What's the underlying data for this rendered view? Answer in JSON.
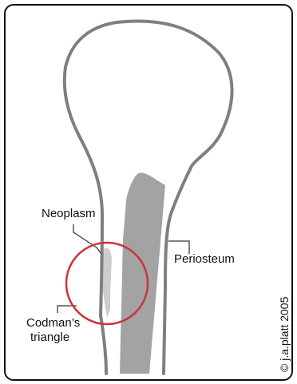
{
  "labels": {
    "neoplasm": "Neoplasm",
    "periosteum": "Periosteum",
    "codman_line1": "Codman’s",
    "codman_line2": "triangle",
    "copyright": "© j.a.platt 2005"
  },
  "colors": {
    "bone_outline": "#7f7f7f",
    "medullary_cavity": "#a3a3a3",
    "neoplasm_fill": "#cdcdcd",
    "highlight_circle": "#c9353c",
    "frame": "#111111",
    "leader_line": "#555555"
  }
}
